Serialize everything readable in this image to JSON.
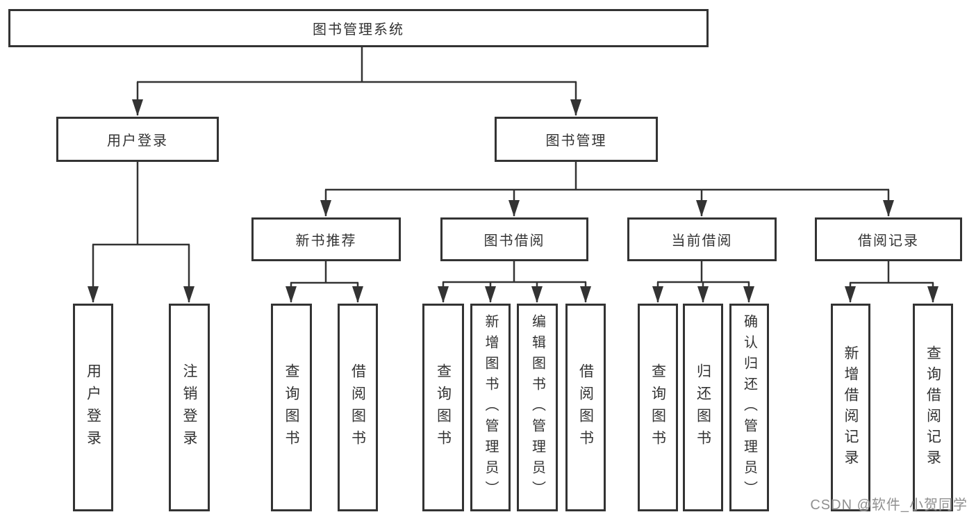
{
  "tree": {
    "label": "图书管理系统",
    "children": [
      {
        "label": "用户登录",
        "children": [
          {
            "label": "用户登录"
          },
          {
            "label": "注销登录"
          }
        ]
      },
      {
        "label": "图书管理",
        "children": [
          {
            "label": "新书推荐",
            "children": [
              {
                "label": "查询图书"
              },
              {
                "label": "借阅图书"
              }
            ]
          },
          {
            "label": "图书借阅",
            "children": [
              {
                "label": "查询图书"
              },
              {
                "label": "新增图书（管理员）"
              },
              {
                "label": "编辑图书（管理员）"
              },
              {
                "label": "借阅图书"
              }
            ]
          },
          {
            "label": "当前借阅",
            "children": [
              {
                "label": "查询图书"
              },
              {
                "label": "归还图书"
              },
              {
                "label": "确认归还（管理员）"
              }
            ]
          },
          {
            "label": "借阅记录",
            "children": [
              {
                "label": "新增借阅记录"
              },
              {
                "label": "查询借阅记录"
              }
            ]
          }
        ]
      }
    ]
  },
  "watermark": "CSDN @软件_小贺同学",
  "colors": {
    "line": "#333333",
    "text": "#333333",
    "background": "#ffffff",
    "watermark_gray": "#7d7d7d"
  }
}
